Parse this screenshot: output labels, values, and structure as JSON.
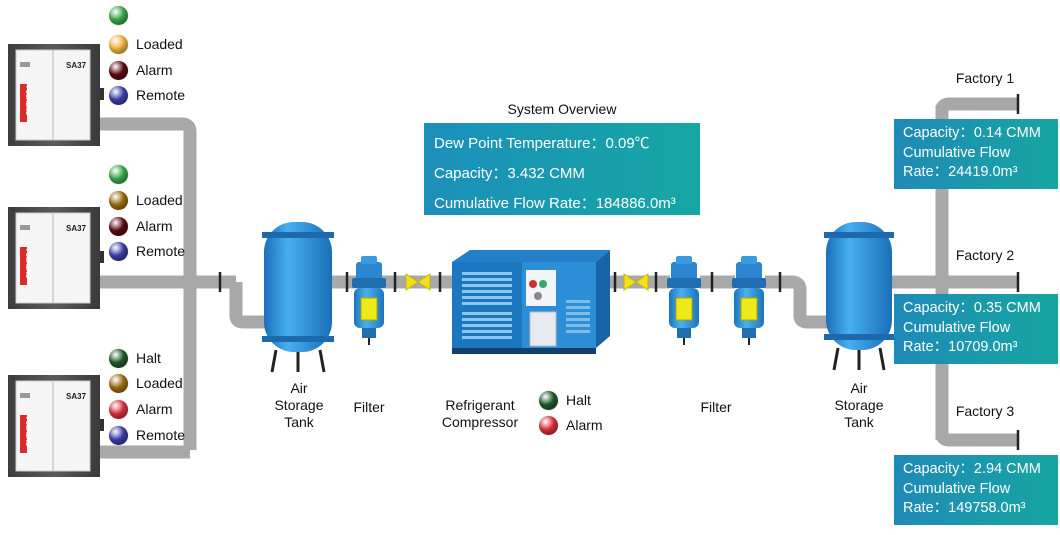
{
  "overview": {
    "title": "System Overview",
    "dew_point": "Dew Point Temperature：0.09℃",
    "capacity": "Capacity：3.432 CMM",
    "cumulative_flow": "Cumulative Flow Rate：184886.0m³"
  },
  "compressors": [
    {
      "brand": "SA37",
      "vertical_brand": "FUSHENG",
      "statuses": [
        {
          "label": "",
          "color": "#3aa84a"
        },
        {
          "label": "Loaded",
          "color": "#f0b43a"
        },
        {
          "label": "Alarm",
          "color": "#5a0a10"
        },
        {
          "label": "Remote",
          "color": "#3a3ea8"
        }
      ]
    },
    {
      "brand": "SA37",
      "vertical_brand": "FUSHENG",
      "statuses": [
        {
          "label": "",
          "color": "#3aa84a"
        },
        {
          "label": "Loaded",
          "color": "#9a6c10"
        },
        {
          "label": "Alarm",
          "color": "#5a0a10"
        },
        {
          "label": "Remote",
          "color": "#3a3ea8"
        }
      ]
    },
    {
      "brand": "SA37",
      "vertical_brand": "FUSHENG",
      "statuses": [
        {
          "label": "Halt",
          "color": "#1f5a2a"
        },
        {
          "label": "Loaded",
          "color": "#9a6c10"
        },
        {
          "label": "Alarm",
          "color": "#d8303a"
        },
        {
          "label": "Remote",
          "color": "#3a3ea8"
        }
      ]
    }
  ],
  "equipment": {
    "tank_left": "Air Storage Tank",
    "filter_left": "Filter",
    "dryer": "Refrigerant Compressor",
    "filter_right": "Filter",
    "tank_right": "Air Storage Tank",
    "dryer_statuses": [
      {
        "label": "Halt",
        "color": "#1f5a2a"
      },
      {
        "label": "Alarm",
        "color": "#d8303a"
      }
    ]
  },
  "factories": [
    {
      "name": "Factory 1",
      "capacity": "Capacity：0.14 CMM",
      "flow_label": "Cumulative Flow",
      "flow_rate": "Rate：24419.0m³"
    },
    {
      "name": "Factory 2",
      "capacity": "Capacity：0.35 CMM",
      "flow_label": "Cumulative Flow",
      "flow_rate": "Rate：10709.0m³"
    },
    {
      "name": "Factory 3",
      "capacity": "Capacity：2.94 CMM",
      "flow_label": "Cumulative Flow",
      "flow_rate": "Rate：149758.0m³"
    }
  ],
  "colors": {
    "pipe": "#a8a8a8",
    "tank_blue": "#2e8fd8",
    "cabinet_gray": "#4a4a4a",
    "panel_teal": "#16a6a0",
    "panel_blue": "#1f8ab8",
    "valve_yellow": "#f2e11a"
  }
}
